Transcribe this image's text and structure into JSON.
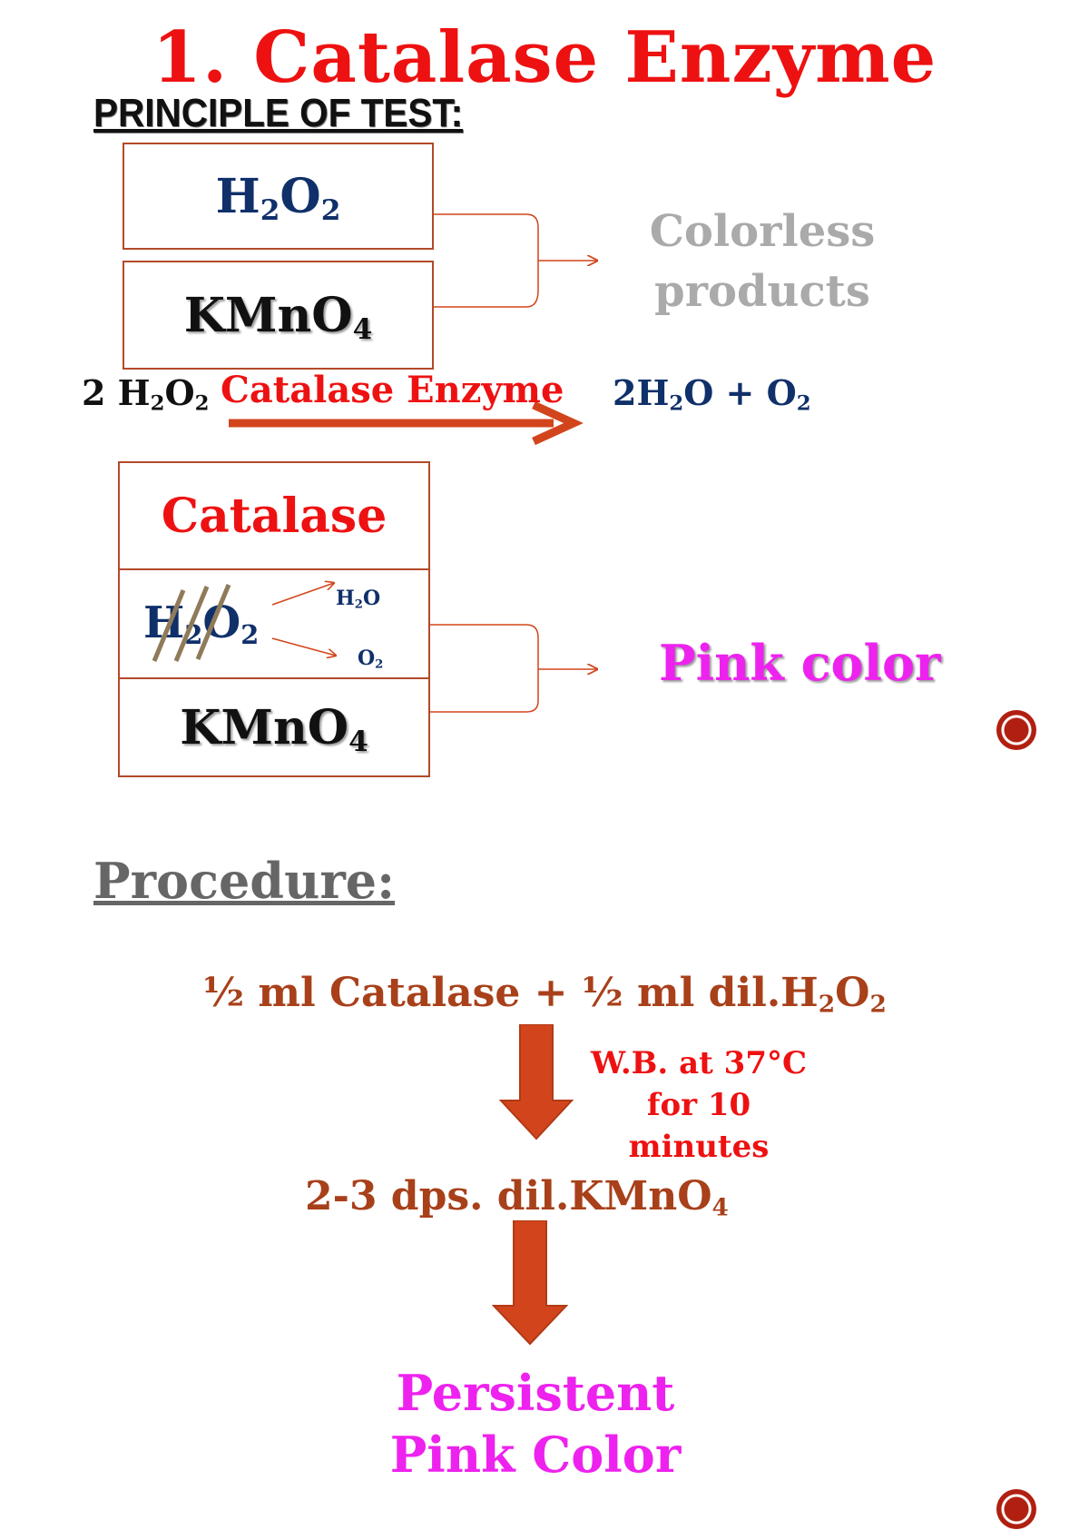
{
  "title": "1. Catalase Enzyme",
  "principle_heading": "PRINCIPLE OF TEST:",
  "top_boxes": {
    "box1": {
      "main": "H",
      "sub1": "2",
      "mid": "O",
      "sub2": "2"
    },
    "box2": {
      "main": "KMnO",
      "sub": "4"
    }
  },
  "result1": {
    "line1": "Colorless",
    "line2": "products"
  },
  "equation": {
    "coef": "2 H",
    "s1": "2",
    "o": "O",
    "s2": "2",
    "arrow_label": "Catalase Enzyme",
    "product_a": "2H",
    "ps1": "2",
    "product_b": "O + O",
    "ps2": "2"
  },
  "bottom_boxes": {
    "catalase": "Catalase",
    "h2o2": {
      "main": "H",
      "sub1": "2",
      "mid": "O",
      "sub2": "2"
    },
    "products": {
      "h2o": "H",
      "h2o_sub": "2",
      "h2o_end": "O",
      "o2": "O",
      "o2_sub": "2"
    },
    "kmno4": {
      "main": "KMnO",
      "sub": "4"
    }
  },
  "result2": "Pink color",
  "procedure_heading": "Procedure:",
  "steps": {
    "step1": {
      "text": "½ ml Catalase + ½ ml dil.H",
      "s1": "2",
      "o": "O",
      "s2": "2"
    },
    "condition": {
      "line1": "W.B. at 37°C",
      "line2": "for 10",
      "line3": "minutes"
    },
    "step2": {
      "text": "2-3 dps. dil.KMnO",
      "sub": "4"
    },
    "result": {
      "line1": "Persistent",
      "line2": "Pink Color"
    }
  },
  "colors": {
    "title": "#ee1111",
    "box_border": "#b24a2a",
    "arrow": "#d2451c",
    "pink": "#ee22ee",
    "blue": "#10306a"
  }
}
